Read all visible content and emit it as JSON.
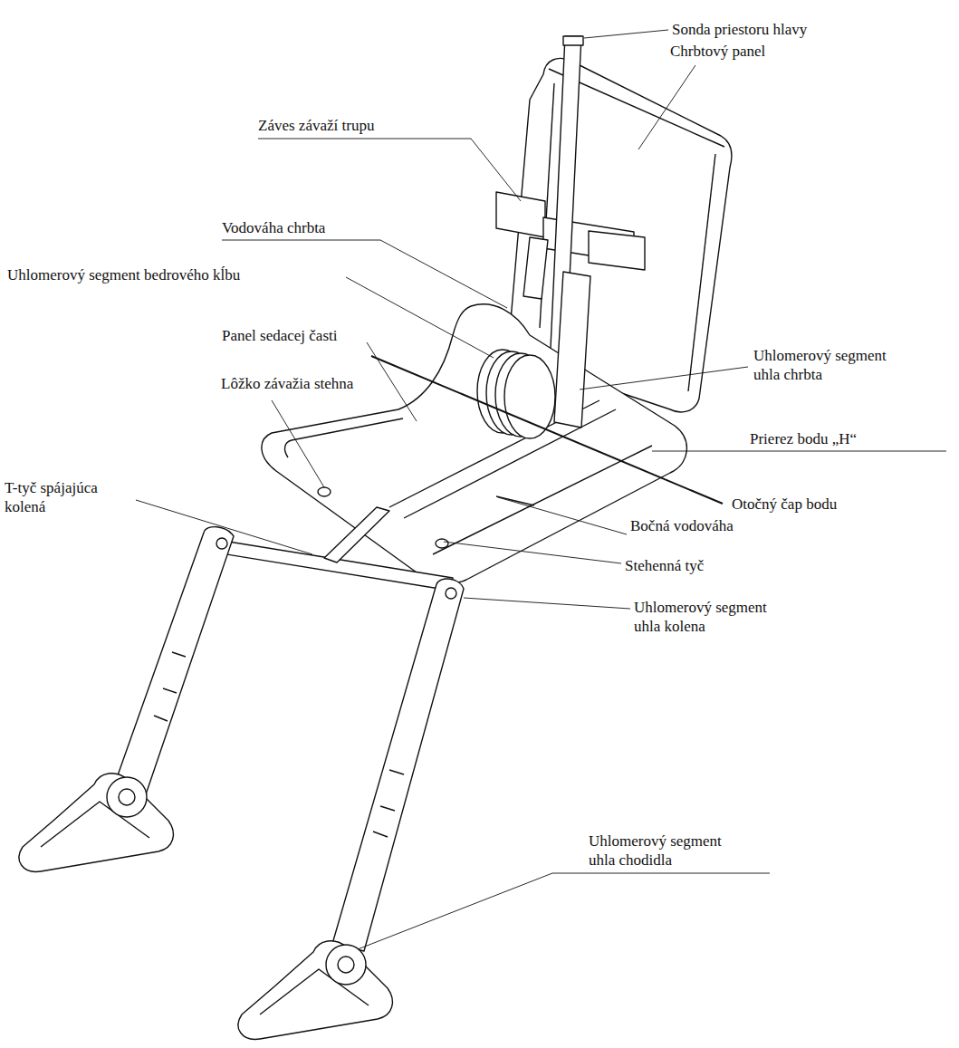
{
  "diagram": {
    "labels": [
      "Sonda priestoru hlavy",
      "Chrbtový panel",
      "Záves závaží trupu",
      "Vodováha chrbta",
      "Uhlomerový segment bedrového kĺbu",
      "Panel sedacej časti",
      "Lôžko závažia stehna",
      "T-tyč spájajúca kolená",
      "Uhlomerový segment uhla chrbta",
      "Prierez bodu „H“",
      "Otočný čap bodu",
      "Bočná vodováha",
      "Stehenná tyč",
      "Uhlomerový segment uhla kolena",
      "Uhlomerový segment uhla chodidla"
    ]
  }
}
